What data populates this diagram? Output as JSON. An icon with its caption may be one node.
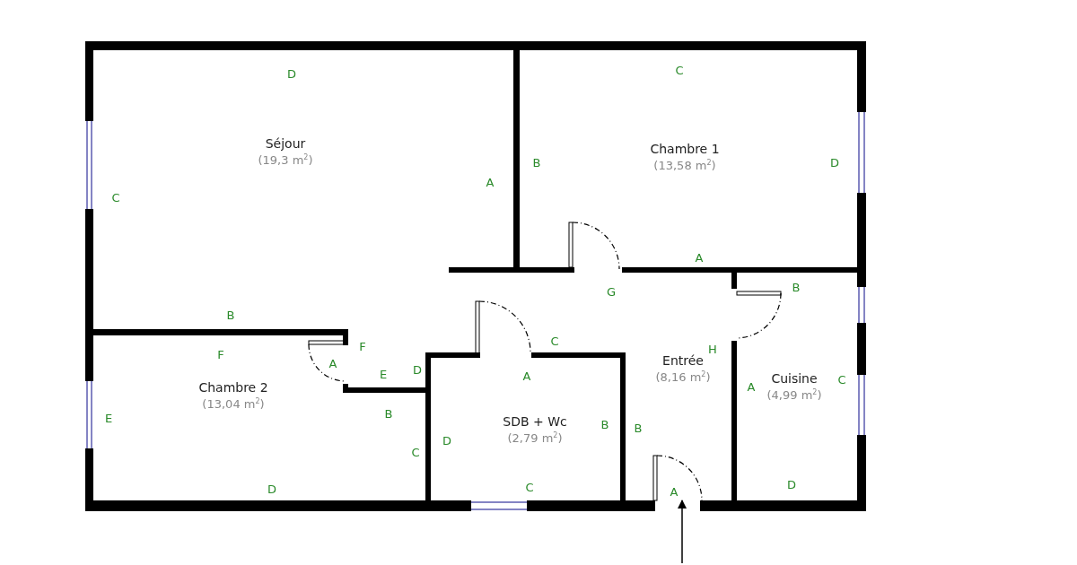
{
  "diagram": {
    "nodes": [
      {
        "text": [
          "Séjour",
          "(19,3 m$^{2}$)"
        ]
      },
      {
        "text": [
          "Chambre 1",
          "(13,58 m$^{2}$)"
        ]
      },
      {
        "text": [
          "Chambre 2",
          "(13,04 m$^{2}$)"
        ]
      },
      {
        "text": [
          "SDB + Wc",
          "(2,79 m$^{2}$)"
        ]
      },
      {
        "text": [
          "Entrée",
          "(8,16 m$^{2}$)"
        ]
      },
      {
        "text": [
          "Cuisine",
          "(4,99 m$^{2}$)"
        ]
      }
    ],
    "edges": [
      {
        "from": null,
        "to": 4,
        "arrow": "to"
      }
    ],
    "labels": [
      "D",
      "C",
      "C",
      "A",
      "B",
      "D",
      "A",
      "G",
      "B",
      "B",
      "F",
      "F",
      "A",
      "E",
      "D",
      "C",
      "A",
      "H",
      "A",
      "C",
      "E",
      "B",
      "C",
      "D",
      "B",
      "B",
      "D",
      "C",
      "A",
      "D"
    ]
  }
}
